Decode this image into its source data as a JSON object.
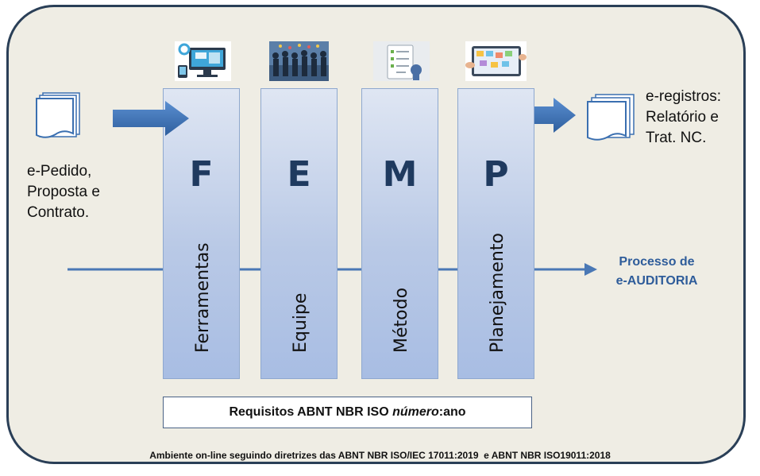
{
  "input_text": [
    "e-Pedido,",
    "Proposta e",
    "Contrato."
  ],
  "output_text": [
    "e-registros:",
    "Relatório e",
    "Trat. NC."
  ],
  "process_text": [
    "Processo de",
    "e-AUDITORIA"
  ],
  "columns": [
    {
      "letter": "F",
      "label": "Ferramentas",
      "icon": "tools-computer-icon"
    },
    {
      "letter": "E",
      "label": "Equipe",
      "icon": "team-people-icon"
    },
    {
      "letter": "M",
      "label": "Método",
      "icon": "checklist-method-icon"
    },
    {
      "letter": "P",
      "label": "Planejamento",
      "icon": "planning-board-icon"
    }
  ],
  "requirements": {
    "prefix": "Requisitos ABNT NBR ISO ",
    "italic": "número",
    "suffix": ":ano"
  },
  "footer": "Ambiente on-line seguindo diretrizes das ABNT NBR ISO/IEC 17011:2019  e ABNT NBR ISO19011:2018",
  "colors": {
    "frame_border": "#2a3f57",
    "frame_fill": "#efede4",
    "arrow": "#4a78b5",
    "accent_text": "#2e5c9a"
  }
}
